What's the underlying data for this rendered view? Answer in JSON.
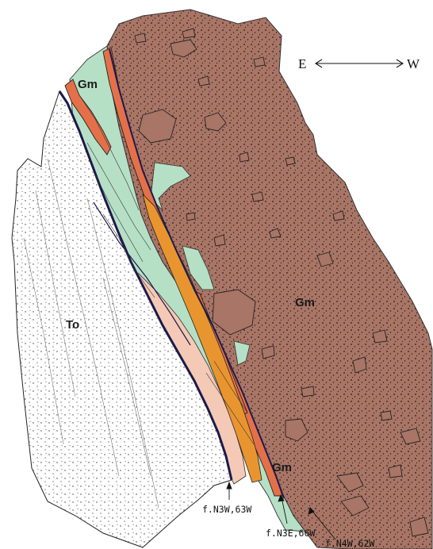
{
  "compass": {
    "left": "E",
    "right": "W",
    "icon": "double-arrow-icon"
  },
  "units": {
    "gm_top": "Gm",
    "gm_main": "Gm",
    "gm_lower": "Gm",
    "to": "To"
  },
  "faults": [
    "f.N3W,63W",
    "f.N3E,66W",
    "f.N4W,62W"
  ],
  "colors": {
    "gm_matrix": "#a87566",
    "green_zone": "#b6e0c6",
    "red_orange": "#e4704a",
    "orange": "#e9952f",
    "pink": "#f4c9b5",
    "to_bed": "#ffffff",
    "fault_dark": "#1c1a4a"
  }
}
